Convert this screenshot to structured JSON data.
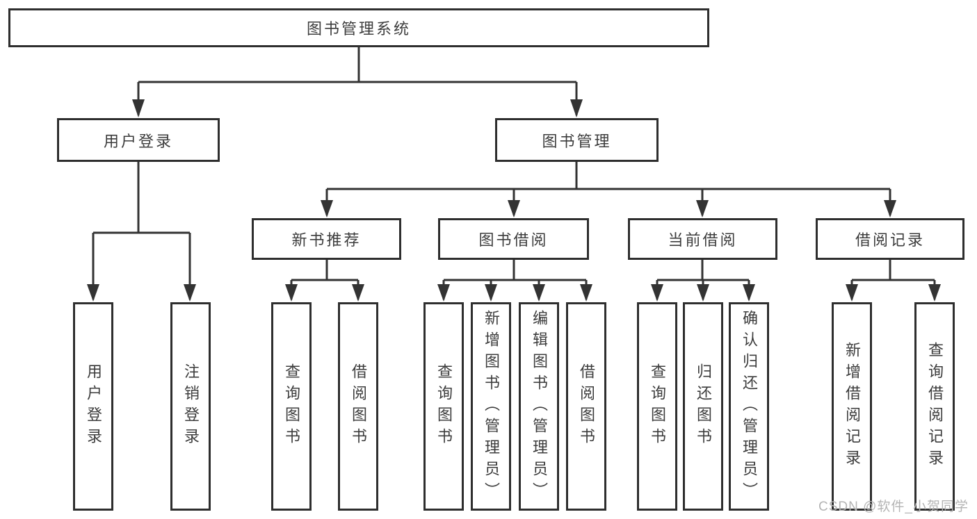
{
  "tree": {
    "root": {
      "label": "图书管理系统"
    },
    "branches": [
      {
        "label": "用户登录",
        "leaves": [
          {
            "label": "用户登录"
          },
          {
            "label": "注销登录"
          }
        ]
      },
      {
        "label": "图书管理",
        "groups": [
          {
            "label": "新书推荐",
            "leaves": [
              {
                "label": "查询图书"
              },
              {
                "label": "借阅图书"
              }
            ]
          },
          {
            "label": "图书借阅",
            "leaves": [
              {
                "label": "查询图书"
              },
              {
                "label": "新增图书（管理员）"
              },
              {
                "label": "编辑图书（管理员）"
              },
              {
                "label": "借阅图书"
              }
            ]
          },
          {
            "label": "当前借阅",
            "leaves": [
              {
                "label": "查询图书"
              },
              {
                "label": "归还图书"
              },
              {
                "label": "确认归还（管理员）"
              }
            ]
          },
          {
            "label": "借阅记录",
            "leaves": [
              {
                "label": "新增借阅记录"
              },
              {
                "label": "查询借阅记录"
              }
            ]
          }
        ]
      }
    ]
  },
  "watermark": {
    "text": "CSDN @软件_小贺同学"
  },
  "colors": {
    "background": "#ffffff",
    "box_border": "#2e2e2e",
    "line": "#333333",
    "text": "#3c3c3c",
    "watermark": "#b4b4b4"
  }
}
